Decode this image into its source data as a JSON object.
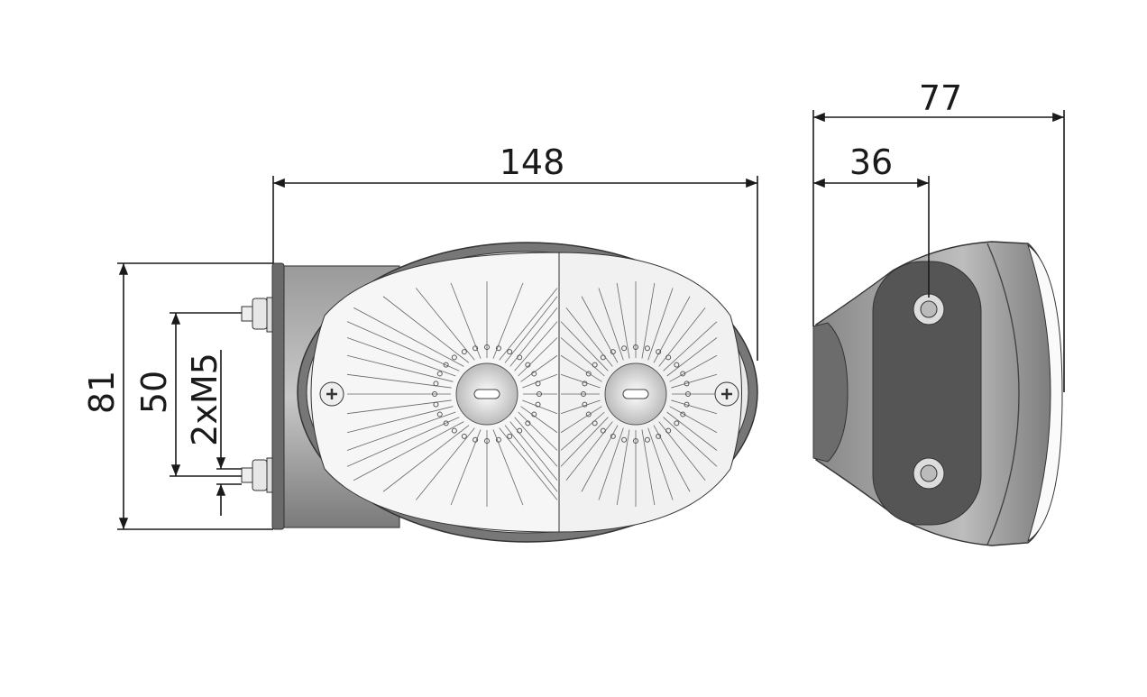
{
  "dimensions": {
    "width_front": "148",
    "width_side_total": "77",
    "width_side_mount": "36",
    "height_total": "81",
    "bolt_spacing": "50",
    "bolt_thread": "2xM5"
  },
  "colors": {
    "housing": "#7a7a7a",
    "housing_dark": "#5a5a5a",
    "lens": "#f4f4f4",
    "line": "#1a1a1a"
  }
}
